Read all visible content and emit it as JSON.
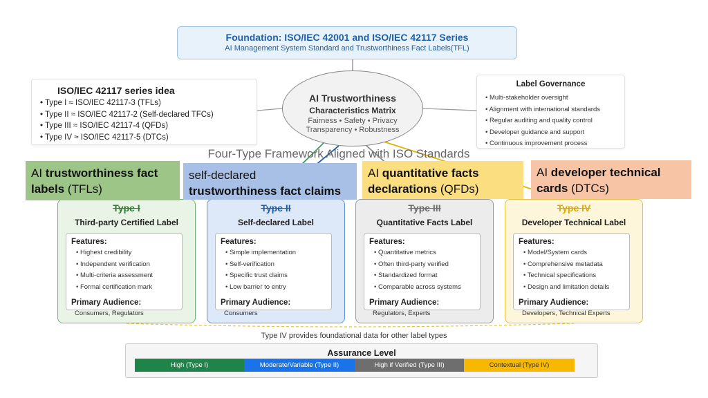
{
  "foundation": {
    "title": "Foundation: ISO/IEC 42001 and ISO/IEC 42117 Series",
    "subtitle": "AI Management System Standard and Trustworthiness Fact Labels(TFL)"
  },
  "series_idea": {
    "title": "ISO/IEC 42117 series idea",
    "items": [
      "Type I ≈ ISO/IEC 42117-3 (TFLs)",
      "Type II ≈ ISO/IEC 42117-2 (Self-declared TFCs)",
      "Type III ≈ ISO/IEC 42117-4 (QFDs)",
      "Type IV ≈ ISO/IEC 42117-5 (DTCs)"
    ]
  },
  "matrix": {
    "line1": "AI Trustworthiness",
    "line2": "Characteristics Matrix",
    "line3": "Fairness • Safety • Privacy",
    "line4": "Transparency • Robustness"
  },
  "governance": {
    "title": "Label Governance",
    "items": [
      "Multi-stakeholder oversight",
      "Alignment with international standards",
      "Regular auditing and quality control",
      "Developer guidance and support",
      "Continuous improvement process"
    ]
  },
  "framework_title": "Four-Type Framework Aligned with ISO Standards",
  "overlays": [
    {
      "pre": "AI ",
      "bold": "trustworthiness fact labels",
      "post": " (TFLs)",
      "color": "#9cc587"
    },
    {
      "pre": "self-declared",
      "bold": "trustworthiness fact claims",
      "post": "",
      "color": "#a9c0e6"
    },
    {
      "pre": "AI ",
      "bold": "quantitative facts declarations",
      "post": " (QFDs)",
      "color": "#fbde80"
    },
    {
      "pre": "AI ",
      "bold": "developer technical cards",
      "post": " (DTCs)",
      "color": "#f8c4a6"
    }
  ],
  "cards": [
    {
      "type": "Type I",
      "subtitle": "Third-party Certified Label",
      "features_label": "Features:",
      "features": [
        "Highest credibility",
        "Independent verification",
        "Multi-criteria assessment",
        "Formal certification mark"
      ],
      "audience_label": "Primary Audience:",
      "audience": "Consumers, Regulators"
    },
    {
      "type": "Type II",
      "subtitle": "Self-declared Label",
      "features_label": "Features:",
      "features": [
        "Simple implementation",
        "Self-verification",
        "Specific trust claims",
        "Low barrier to entry"
      ],
      "audience_label": "Primary Audience:",
      "audience": "Consumers"
    },
    {
      "type": "Type III",
      "subtitle": "Quantitative Facts Label",
      "features_label": "Features:",
      "features": [
        "Quantitative metrics",
        "Often third-party verified",
        "Standardized format",
        "Comparable across systems"
      ],
      "audience_label": "Primary Audience:",
      "audience": "Regulators, Experts"
    },
    {
      "type": "Type IV",
      "subtitle": "Developer Technical Label",
      "features_label": "Features:",
      "features": [
        "Model/System cards",
        "Comprehensive metadata",
        "Technical specifications",
        "Design and limitation details"
      ],
      "audience_label": "Primary Audience:",
      "audience": "Developers, Technical Experts"
    }
  ],
  "note": "Type IV provides foundational data for other label types",
  "assurance": {
    "title": "Assurance Level",
    "segments": [
      {
        "label": "High (Type I)",
        "color": "#1e8449",
        "text_color": "#ffffff"
      },
      {
        "label": "Moderate/Variable (Type II)",
        "color": "#1a73e8",
        "text_color": "#ffffff"
      },
      {
        "label": "High if Verified (Type III)",
        "color": "#6e6e6e",
        "text_color": "#ffffff"
      },
      {
        "label": "Contextual (Type IV)",
        "color": "#f9b800",
        "text_color": "#333333"
      }
    ]
  }
}
